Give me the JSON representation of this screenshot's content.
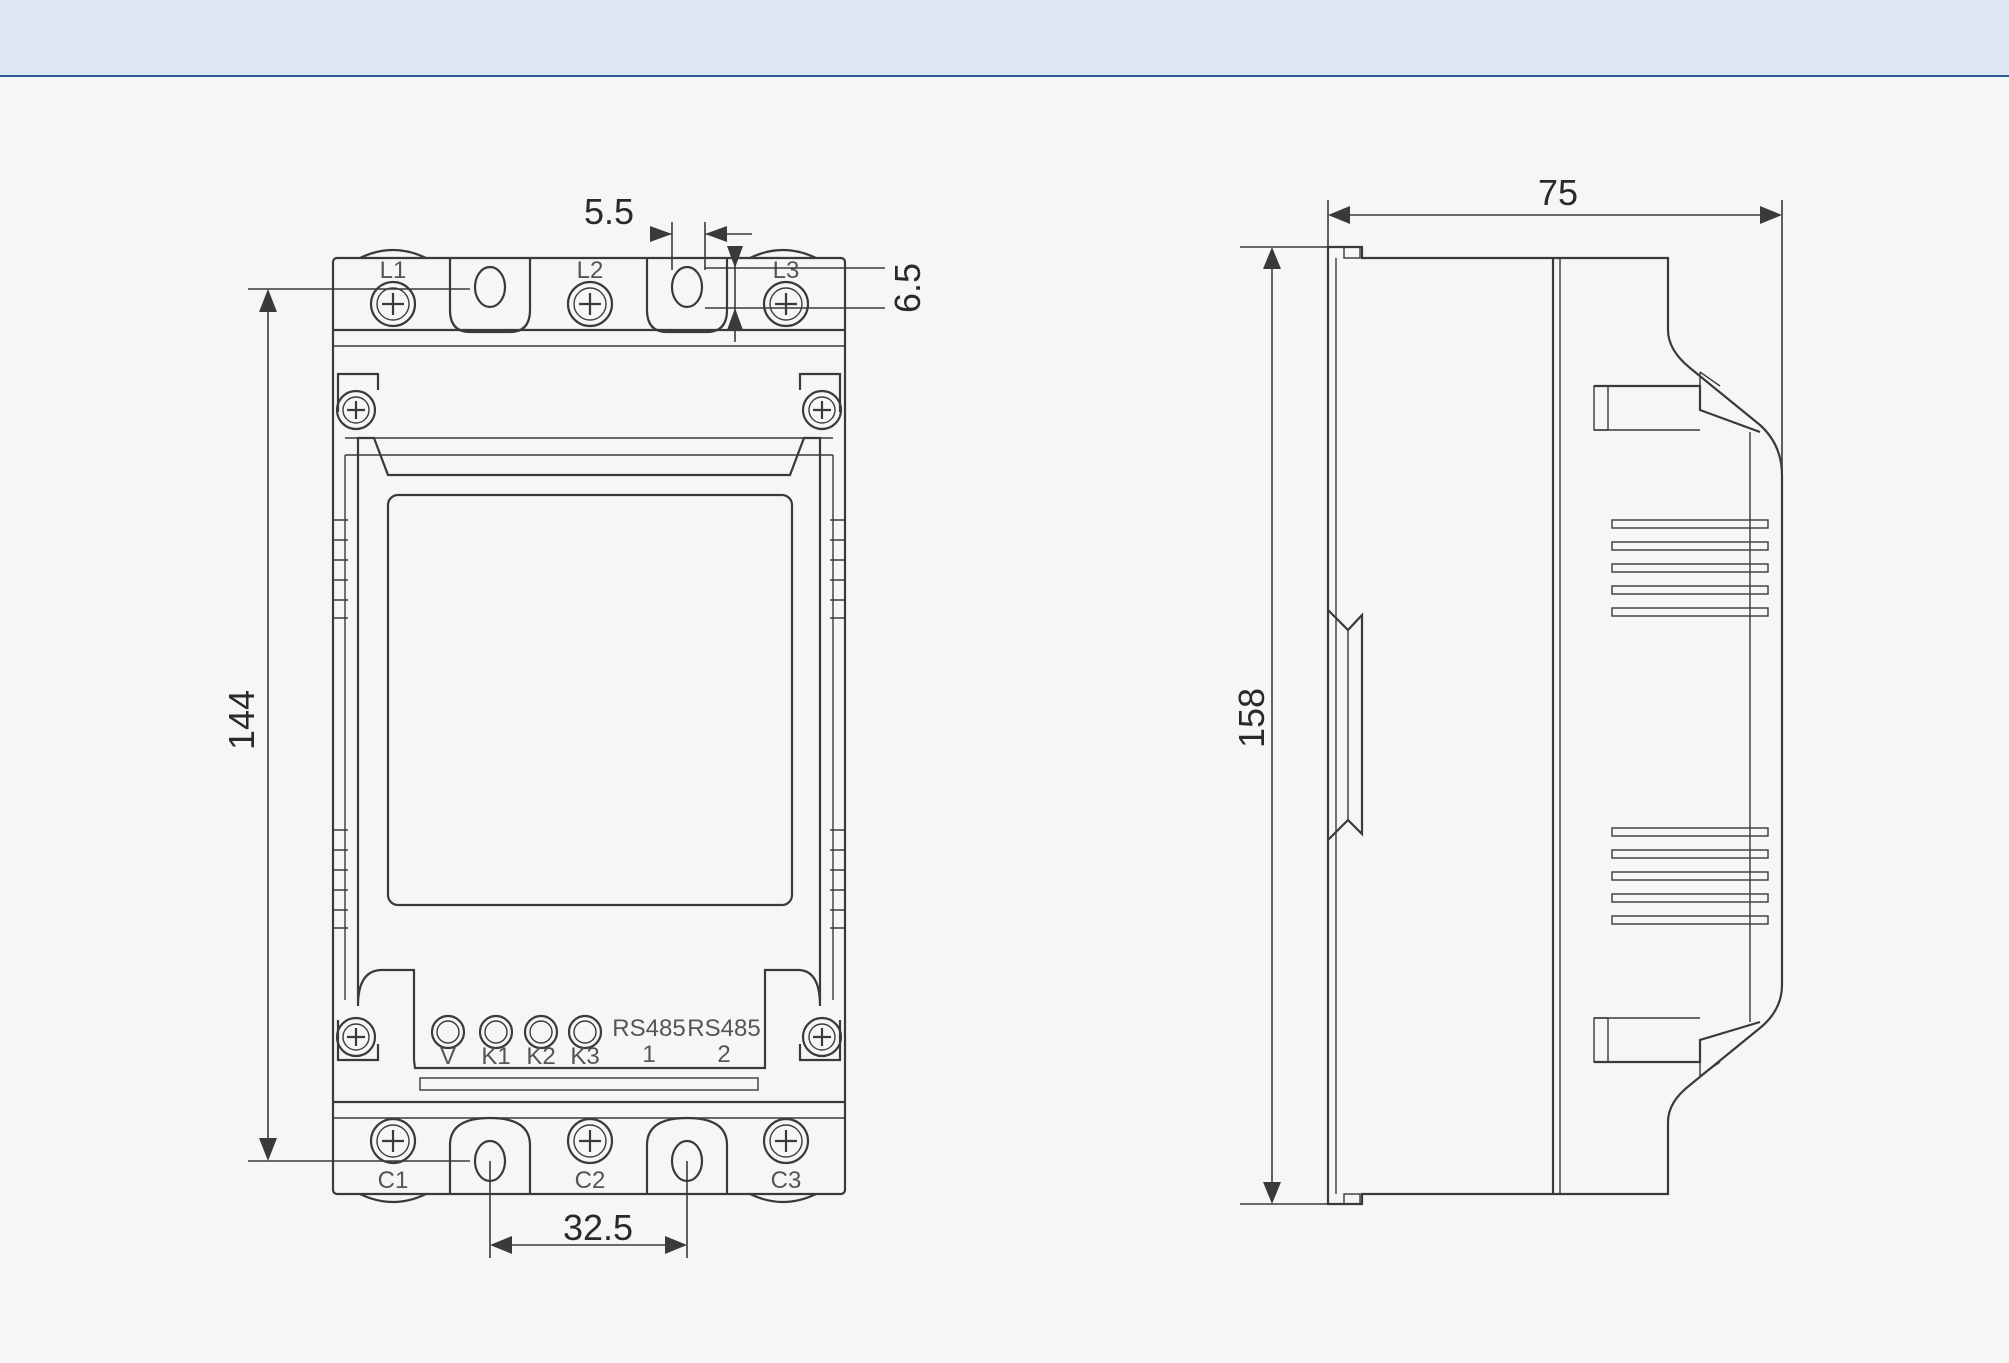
{
  "dimensions": {
    "top_slot": "5.5",
    "slot_height": "6.5",
    "front_height": "144",
    "side_width": "75",
    "side_height": "158",
    "slot_pitch": "32.5"
  },
  "terminals": {
    "top": [
      "L1",
      "L2",
      "L3"
    ],
    "bottom": [
      "C1",
      "C2",
      "C3"
    ]
  },
  "signal_ports": [
    {
      "top": "V",
      "bottom": ""
    },
    {
      "top": "K1",
      "bottom": ""
    },
    {
      "top": "K2",
      "bottom": ""
    },
    {
      "top": "K3",
      "bottom": ""
    },
    {
      "top": "RS485",
      "bottom": "1"
    },
    {
      "top": "RS485",
      "bottom": "2"
    }
  ],
  "colors": {
    "header_band": "#e0e8f4",
    "header_rule": "#2c5b94",
    "line": "#3a3a3a",
    "background": "#f6f6f6"
  }
}
